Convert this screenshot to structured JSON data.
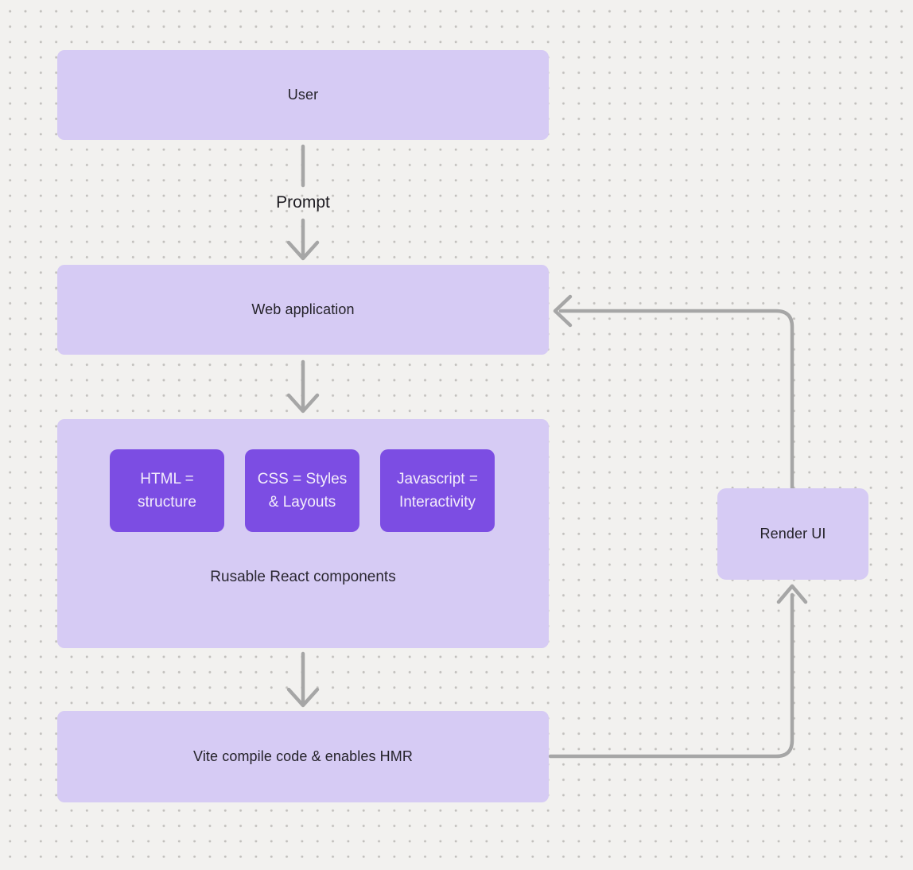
{
  "colors": {
    "background": "#f2f1ef",
    "dot": "#c2c0bd",
    "node_fill": "#d6cbf4",
    "inner_fill": "#7c4de3",
    "inner_text": "#f3edfb",
    "node_text": "#242229",
    "connector": "#a6a6a6"
  },
  "nodes": {
    "user": "User",
    "web_application": "Web application",
    "react_container": {
      "caption": "Rusable React components",
      "blocks": [
        {
          "line1": "HTML =",
          "line2": "structure"
        },
        {
          "line1": "CSS = Styles",
          "line2": "& Layouts"
        },
        {
          "line1": "Javascript =",
          "line2": "Interactivity"
        }
      ]
    },
    "vite": "Vite compile code & enables HMR",
    "render_ui": "Render UI"
  },
  "edge_labels": {
    "prompt": "Prompt"
  }
}
